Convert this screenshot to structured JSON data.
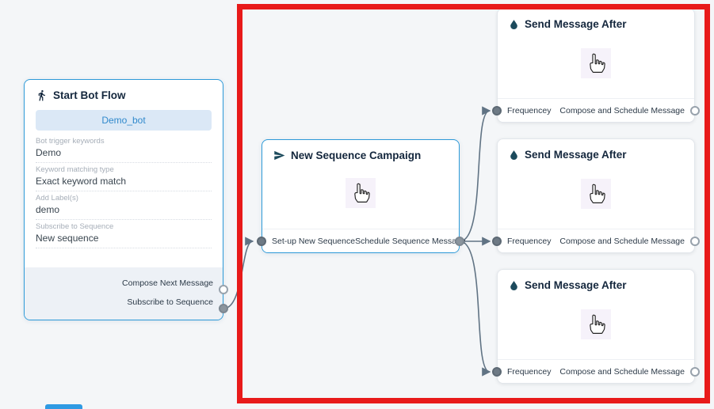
{
  "canvas": {
    "background": "#f4f6f8",
    "highlight_color": "#e81a1a",
    "connector_color": "#607384",
    "node_border_blue": "#2e9ad8"
  },
  "start_node": {
    "title": "Start Bot Flow",
    "icon": "walking-person",
    "bot_button": "Demo_bot",
    "fields": [
      {
        "label": "Bot trigger keywords",
        "value": "Demo"
      },
      {
        "label": "Keyword matching type",
        "value": "Exact keyword match"
      },
      {
        "label": "Add Label(s)",
        "value": "demo"
      },
      {
        "label": "Subscribe to Sequence",
        "value": "New sequence"
      }
    ],
    "outputs": [
      {
        "label": "Compose Next Message",
        "connected": false
      },
      {
        "label": "Subscribe to Sequence",
        "connected": true
      }
    ]
  },
  "sequence_node": {
    "title": "New Sequence Campaign",
    "icon": "campaign-send",
    "footer_left": "Set-up New Sequence",
    "footer_right": "Schedule Sequence Message"
  },
  "message_nodes": [
    {
      "title": "Send Message After",
      "icon": "water-drop",
      "footer_left": "Frequencey",
      "footer_right": "Compose and Schedule Message"
    },
    {
      "title": "Send Message After",
      "icon": "water-drop",
      "footer_left": "Frequencey",
      "footer_right": "Compose and Schedule Message"
    },
    {
      "title": "Send Message After",
      "icon": "water-drop",
      "footer_left": "Frequencey",
      "footer_right": "Compose and Schedule Message"
    }
  ]
}
